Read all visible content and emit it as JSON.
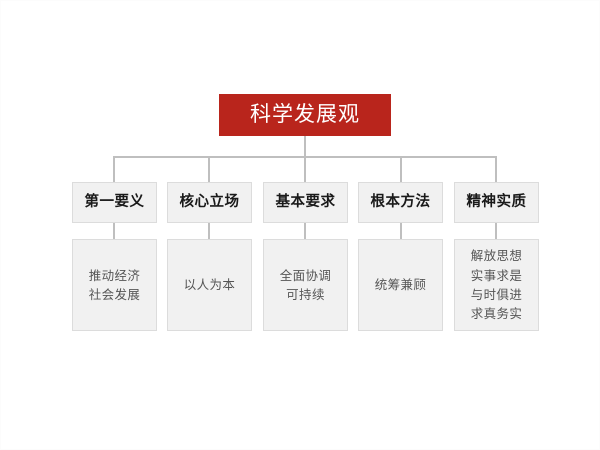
{
  "diagram": {
    "type": "organizational-chart",
    "title_node": {
      "label": "科学发展观",
      "fill": "#b9251c",
      "text_color": "#ffffff"
    },
    "node_fill": "#f1f1f1",
    "node_border": "#dcdcdc",
    "connector_color": "#bfbfbf",
    "background": "#ffffff",
    "branches": [
      {
        "heading": "第一要义",
        "detail": "推动经济\n社会发展"
      },
      {
        "heading": "核心立场",
        "detail": "以人为本"
      },
      {
        "heading": "基本要求",
        "detail": "全面协调\n可持续"
      },
      {
        "heading": "根本方法",
        "detail": "统筹兼顾"
      },
      {
        "heading": "精神实质",
        "detail": "解放思想\n实事求是\n与时俱进\n求真务实"
      }
    ]
  }
}
